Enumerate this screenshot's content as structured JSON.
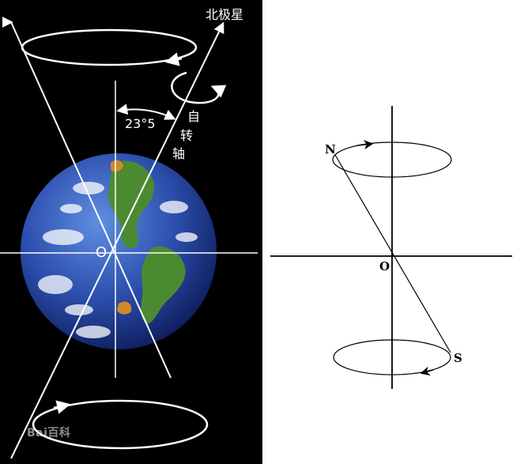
{
  "left_panel": {
    "north_star_label": "北极星",
    "rotation_axis_chars": [
      "自",
      "转",
      "轴"
    ],
    "angle_label": "23°5",
    "origin_label": "O",
    "watermark_text": "Bai百科",
    "colors": {
      "background": "#000000",
      "lines": "#ffffff",
      "ocean": "#2a4fb0",
      "land": "#4c8a32"
    }
  },
  "right_panel": {
    "north_label": "N",
    "south_label": "S",
    "origin_label": "O",
    "colors": {
      "background": "#ffffff",
      "lines": "#000000"
    }
  }
}
